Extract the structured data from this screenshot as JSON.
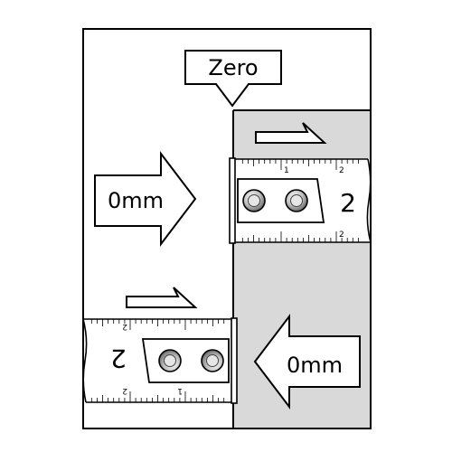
{
  "callout": {
    "label": "Zero"
  },
  "arrow_right": {
    "label": "0mm"
  },
  "arrow_left": {
    "label": "0mm"
  },
  "tape_top": {
    "top_labels": [
      "1",
      "2"
    ],
    "bottom_labels": [
      "2"
    ],
    "big_label": "2"
  },
  "tape_bottom": {
    "top_labels": [
      "1",
      "2"
    ],
    "bottom_labels": [
      "2"
    ],
    "big_label": "2"
  },
  "colors": {
    "panel": "#d9d9d9",
    "line": "#000000"
  }
}
